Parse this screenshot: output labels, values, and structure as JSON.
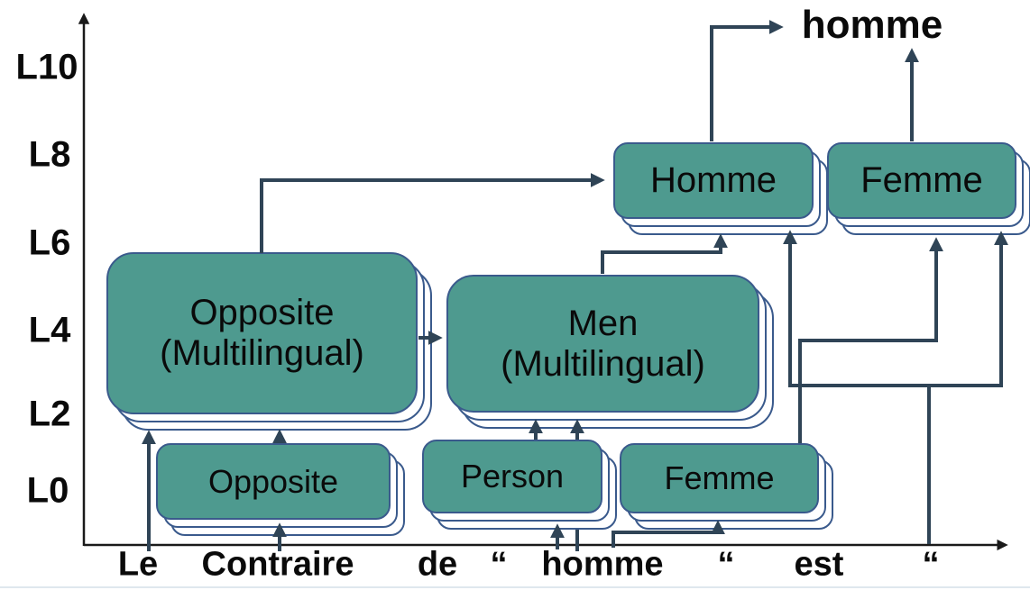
{
  "figure": {
    "output_token": "homme",
    "layer_labels": [
      "L10",
      "L8",
      "L6",
      "L4",
      "L2",
      "L0"
    ],
    "input_tokens": [
      "Le",
      "Contraire",
      "de",
      "“",
      "homme",
      "“",
      "est",
      "“"
    ],
    "features": {
      "opposite_ml": {
        "lines": [
          "Opposite",
          "(Multilingual)"
        ],
        "layer_band": "L2–L6"
      },
      "men_ml": {
        "lines": [
          "Men",
          "(Multilingual)"
        ],
        "layer_band": "L2–L5"
      },
      "homme_l8": {
        "lines": [
          "Homme"
        ],
        "layer_band": "L7–L8"
      },
      "femme_l8": {
        "lines": [
          "Femme"
        ],
        "layer_band": "L7–L8"
      },
      "opposite_l0": {
        "lines": [
          "Opposite"
        ],
        "layer_band": "L0"
      },
      "person_l0": {
        "lines": [
          "Person"
        ],
        "layer_band": "L0"
      },
      "femme_l0": {
        "lines": [
          "Femme"
        ],
        "layer_band": "L0"
      }
    },
    "edges": [
      {
        "from": "token Le",
        "to": "Opposite (Multilingual)"
      },
      {
        "from": "token Contraire",
        "to": "Opposite (L0)"
      },
      {
        "from": "Opposite (L0)",
        "to": "Opposite (Multilingual)"
      },
      {
        "from": "Opposite (Multilingual)",
        "to": "Men (Multilingual)"
      },
      {
        "from": "Opposite (Multilingual)",
        "to": "Homme (L8)"
      },
      {
        "from": "token homme",
        "to": "Person (L0)"
      },
      {
        "from": "token homme",
        "to": "Men (Multilingual)"
      },
      {
        "from": "Person (L0)",
        "to": "Men (Multilingual)"
      },
      {
        "from": "token homme",
        "to": "Femme (L0)"
      },
      {
        "from": "Femme (L0)",
        "to": "Femme (L8)"
      },
      {
        "from": "Men (Multilingual)",
        "to": "Homme (L8)"
      },
      {
        "from": "token “ (final)",
        "to": "Homme (L8)"
      },
      {
        "from": "token “ (final)",
        "to": "Femme (L8)"
      },
      {
        "from": "Homme (L8)",
        "to": "output homme"
      },
      {
        "from": "Femme (L8)",
        "to": "output homme"
      }
    ],
    "colors": {
      "feature_fill": "#4E9A8F",
      "feature_border": "#3A5A8C",
      "arrow": "#2F4456",
      "axis": "#1A1A1A",
      "text": "#0A0A0A"
    }
  }
}
